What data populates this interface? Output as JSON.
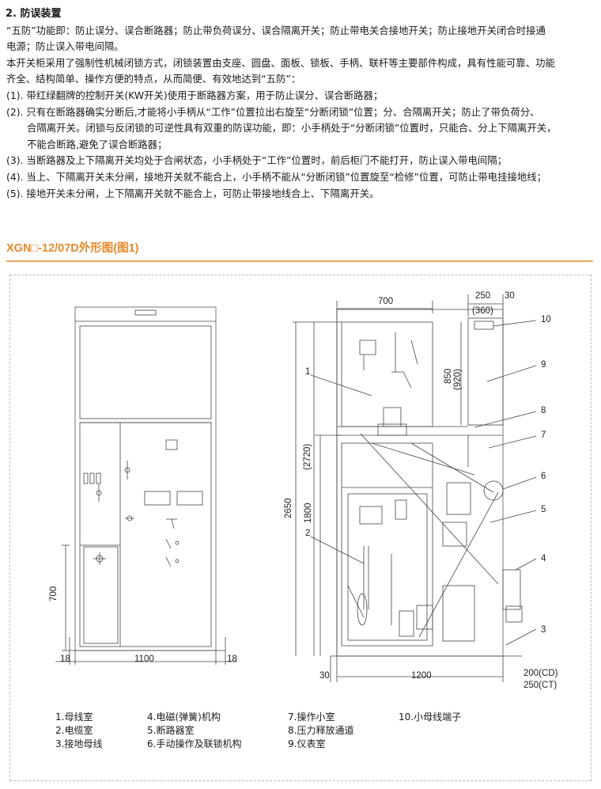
{
  "section": {
    "heading": "2. 防误装置",
    "intro_1": "“五防”功能即：防止误分、误合断路器；防止带负荷误分、误合隔离开关；防止带电关合接地开关；防止接地开关闭合时接通",
    "intro_2": "电源；防止误入带电间隔。",
    "intro_3": "本开关柜采用了强制性机械闭锁方式，闭锁装置由支座、圆盘、面板、锁板、手柄、联杆等主要部件构成，具有性能可靠、功能",
    "intro_4": "齐全、结构简单、操作方便的特点，从而简便、有效地达到“五防”：",
    "item_1": "(1). 带红绿翻牌的控制开关(KW开关)使用于断路器方案，用于防止误分、误合断路器；",
    "item_2a": "(2). 只有在断路器确实分断后,才能将小手柄从“工作”位置拉出右旋至“分断闭锁”位置；分、合隔离开关；防止了带负荷分、",
    "item_2b": "合隔离开关。闭锁与反闭锁的可逆性具有双重的防误功能，即：小手柄处于“分断闭锁”位置时，只能合、分上下隔离开关，",
    "item_2c": "不能合断路,避免了误合断路器；",
    "item_3": "(3). 当断路器及上下隔离开关均处于合闸状态，小手柄处于“工作”位置时，前后柜门不能打开，防止误入带电间隔；",
    "item_4": "(4). 当上、下隔离开关未分闸，接地开关就不能合上，小手柄不能从“分断闭锁”位置旋至“检修”位置，可防止带电挂接地线；",
    "item_5": "(5). 接地开关未分闸，上下隔离开关就不能合上，可防止带接地线合上、下隔离开关。"
  },
  "figure": {
    "title": "XGN□-12/07D外形图(图1)",
    "front_dims": {
      "width": "1100",
      "left": "18",
      "right": "18",
      "height": "700"
    },
    "side_dims": {
      "top_width": "700",
      "d250": "250",
      "d360": "(360)",
      "d30_top": "30",
      "d850": "850",
      "d920": "(920)",
      "d2720": "(2720)",
      "d2650": "2650",
      "d1800": "1800",
      "d30_bottom": "30",
      "d1200": "1200",
      "cd": "200(CD)",
      "ct": "250(CT)"
    },
    "callouts": [
      "1",
      "2",
      "3",
      "4",
      "5",
      "6",
      "7",
      "8",
      "9",
      "10"
    ]
  },
  "legend": {
    "col1": [
      "1.母线室",
      "2.电缆室",
      "3.接地母线"
    ],
    "col2": [
      "4.电磁(弹簧)机构",
      "5.断路器室",
      "6.手动操作及联锁机构"
    ],
    "col3": [
      "7.操作小室",
      "8.压力释放通道",
      "9.仪表室"
    ],
    "col4": [
      "10.小母线端子"
    ]
  },
  "colors": {
    "accent": "#e8892c",
    "line": "#333333",
    "frame": "#b9b9b9"
  }
}
